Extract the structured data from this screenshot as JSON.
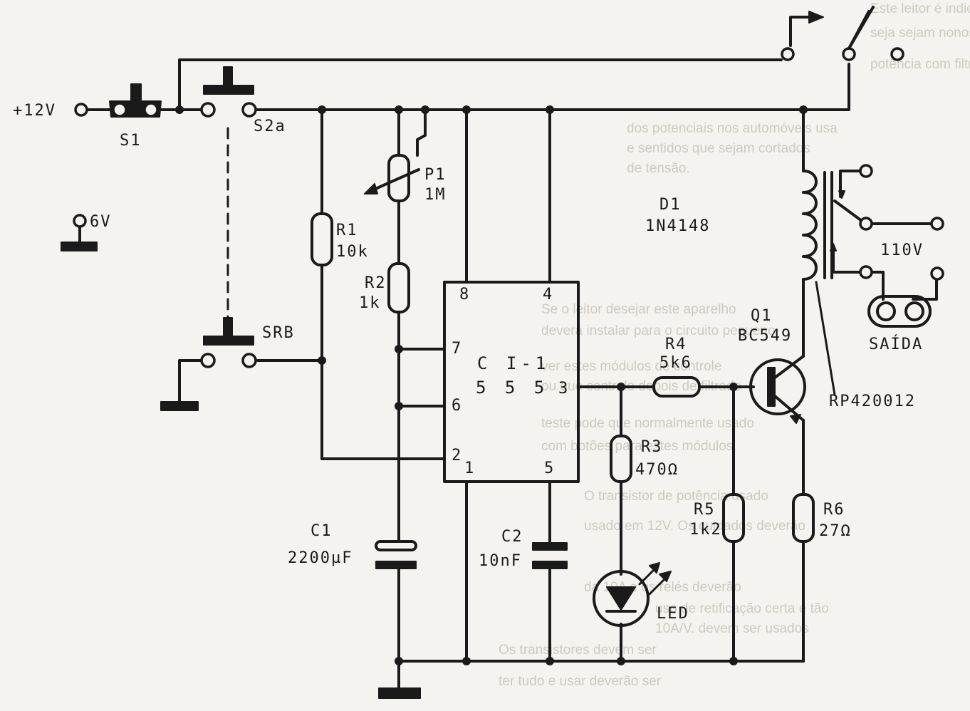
{
  "background_text": [
    "Este leitor é indicado para quem de-",
    "seja sejam nonos acessórios de alta",
    "potência com filtros ou instalações",
    "dos potenciais nos automóveis usa",
    "e sentidos que sejam cortados",
    "de tensão.",
    "Se o leitor desejar este aparelho",
    "deverá instalar para o circuito pequeno",
    "ver estes módulos de controle",
    "ou que controle depois de filtrado",
    "teste pode que normalmente usado",
    "com botões para estes módulos.",
    "O transistor de potência usado",
    "usado em 12V. Os cuidados deverão",
    "da 10A e os relés deverão",
    "uso de retificação certa e tão",
    "10A/V. devem ser usados",
    "Os transistores devem ser",
    "ter tudo e usar deverão ser"
  ],
  "labels": {
    "supply": "+12V",
    "ref_6v": "6V",
    "s1": "S1",
    "s2a": "S2a",
    "srb": "SRB",
    "r1_name": "R1",
    "r1_value": "10k",
    "r2_name": "R2",
    "r2_value": "1k",
    "p1_name": "P1",
    "p1_value": "1M",
    "c1_name": "C1",
    "c1_value": "2200µF",
    "c2_name": "C2",
    "c2_value": "10nF",
    "ic_name": "C I-1",
    "ic_type": "5 5 5",
    "pin8": "8",
    "pin4": "4",
    "pin7": "7",
    "pin6": "6",
    "pin2": "2",
    "pin1": "1",
    "pin5": "5",
    "pin3": "3",
    "r3_name": "R3",
    "r3_value": "470Ω",
    "r4_name": "R4",
    "r4_value": "5k6",
    "r5_name": "R5",
    "r5_value": "1k2",
    "r6_name": "R6",
    "r6_value": "27Ω",
    "led": "LED",
    "d1_name": "D1",
    "d1_value": "1N4148",
    "q1_name": "Q1",
    "q1_value": "BC549",
    "relay": "RP420012",
    "mains": "110V",
    "outlet": "SAÍDA"
  }
}
